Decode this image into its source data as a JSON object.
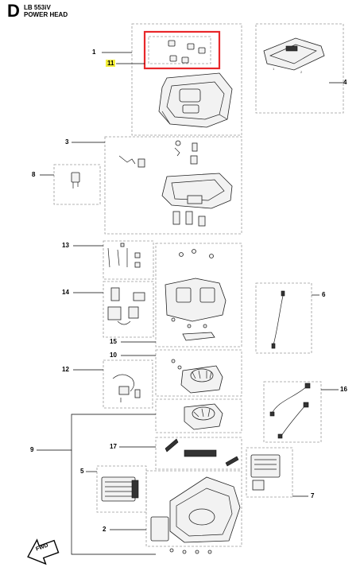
{
  "header": {
    "section_letter": "D",
    "model": "LB 553iV",
    "section_title": "POWER HEAD"
  },
  "callouts": [
    {
      "id": "c1",
      "label": "1"
    },
    {
      "id": "c11",
      "label": "11",
      "highlighted": true
    },
    {
      "id": "c4",
      "label": "4"
    },
    {
      "id": "c3",
      "label": "3"
    },
    {
      "id": "c8",
      "label": "8"
    },
    {
      "id": "c13",
      "label": "13"
    },
    {
      "id": "c14",
      "label": "14"
    },
    {
      "id": "c6",
      "label": "6"
    },
    {
      "id": "c15",
      "label": "15"
    },
    {
      "id": "c10",
      "label": "10"
    },
    {
      "id": "c12",
      "label": "12"
    },
    {
      "id": "c16",
      "label": "16"
    },
    {
      "id": "c9",
      "label": "9"
    },
    {
      "id": "c17",
      "label": "17"
    },
    {
      "id": "c5",
      "label": "5"
    },
    {
      "id": "c7",
      "label": "7"
    },
    {
      "id": "c2",
      "label": "2"
    }
  ],
  "direction_arrow": {
    "label": "FWD"
  },
  "colors": {
    "highlight_box": "#e8272a",
    "highlight_label": "#f4ef3a",
    "dashed_box": "#9a9a9a"
  }
}
